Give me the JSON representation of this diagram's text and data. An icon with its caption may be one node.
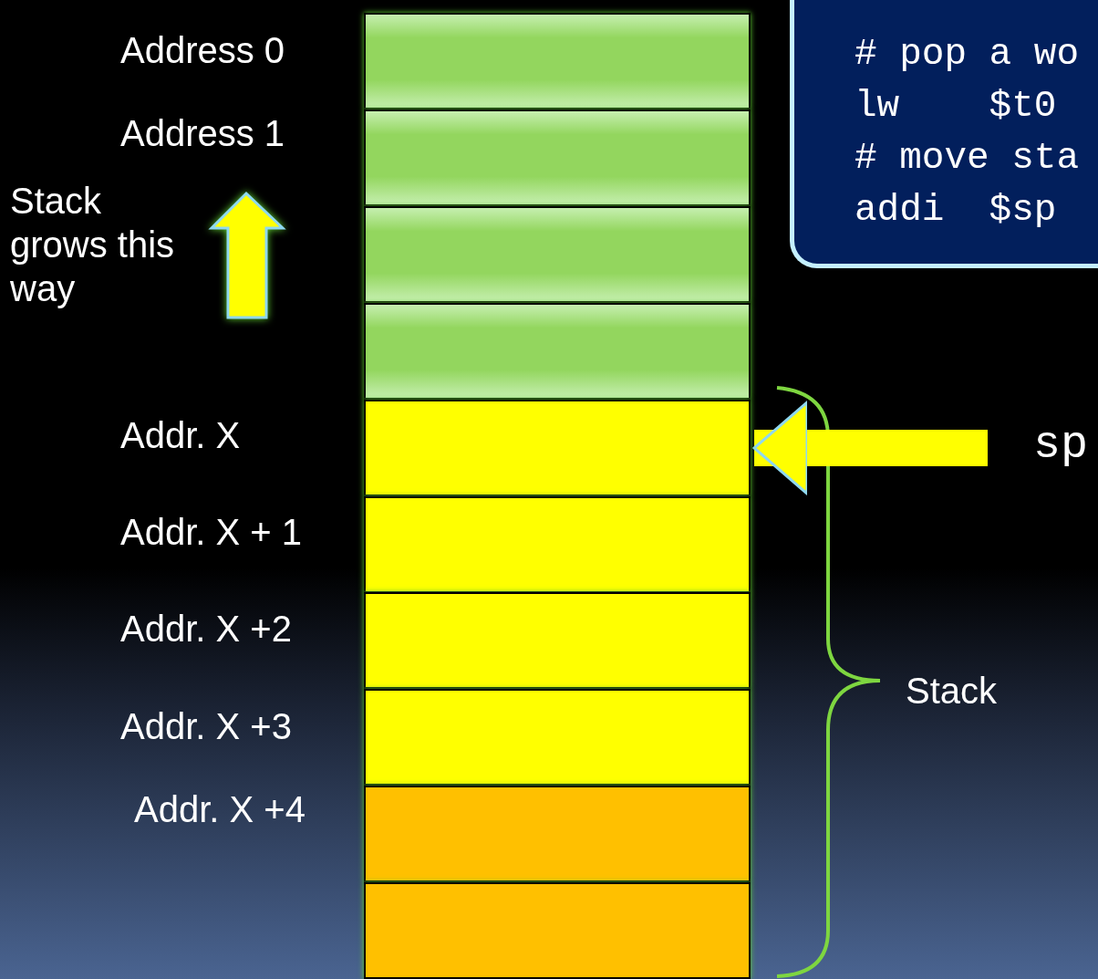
{
  "diagram": {
    "nodes": [
      {
        "text": [],
        "shape": "box"
      },
      {
        "text": [],
        "shape": "box"
      },
      {
        "text": [],
        "shape": "box"
      },
      {
        "text": [],
        "shape": "box"
      },
      {
        "text": [],
        "shape": "box"
      },
      {
        "text": [],
        "shape": "box"
      },
      {
        "text": [],
        "shape": "box"
      },
      {
        "text": [],
        "shape": "box"
      },
      {
        "text": [],
        "shape": "box"
      },
      {
        "text": [],
        "shape": "box"
      },
      {
        "text": [
          "# pop a wo",
          "lw    $t0",
          "# move sta",
          "addi  $sp"
        ]
      },
      {
        "text": [
          "sp"
        ]
      }
    ],
    "edges": [
      {
        "from": 11,
        "to": 4,
        "arrow": "to"
      }
    ],
    "labels": [
      "Address 0",
      "Address 1",
      "Stack grows this way",
      "Addr. X",
      "Addr. X + 1",
      "Addr. X +2",
      "Addr. X +3",
      "Addr. X +4",
      "Stack"
    ]
  }
}
